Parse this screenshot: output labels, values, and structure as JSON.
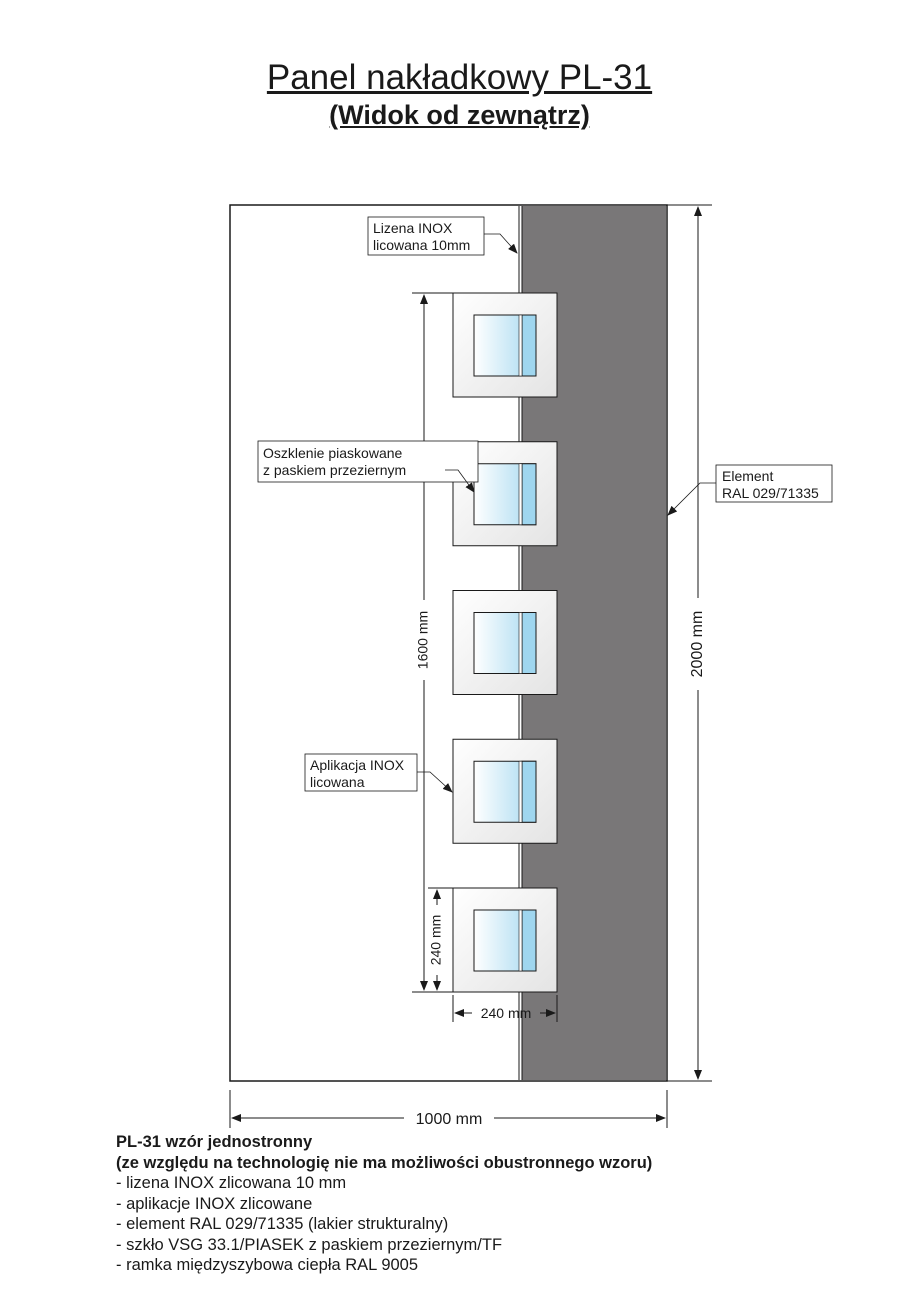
{
  "header": {
    "title": "Panel nakładkowy PL-31",
    "subtitle": "(Widok od zewnątrz)"
  },
  "drawing": {
    "labels": {
      "lizena": [
        "Lizena INOX",
        "licowana 10mm"
      ],
      "oszklenie": [
        "Oszklenie piaskowane",
        "z paskiem przeziernym"
      ],
      "element": [
        "Element",
        "RAL 029/71335"
      ],
      "aplikacja": [
        "Aplikacja INOX",
        "licowana"
      ]
    },
    "dimensions": {
      "height_total": "2000 mm",
      "width_total": "1000 mm",
      "applications_span": "1600 mm",
      "square_height": "240 mm",
      "square_width": "240 mm"
    },
    "colors": {
      "element": "#797778",
      "glass": "#9fd6ef",
      "frame": "#f2f2f2"
    },
    "application_count": 5
  },
  "notes": {
    "heading": "PL-31 wzór jednostronny",
    "subheading": "(ze względu na technologię nie ma możliwości obustronnego wzoru)",
    "items": [
      "- lizena INOX zlicowana 10 mm",
      "- aplikacje INOX zlicowane",
      "- element RAL 029/71335 (lakier strukturalny)",
      "- szkło VSG 33.1/PIASEK z paskiem przeziernym/TF",
      "- ramka międzyszybowa ciepła RAL 9005"
    ]
  }
}
